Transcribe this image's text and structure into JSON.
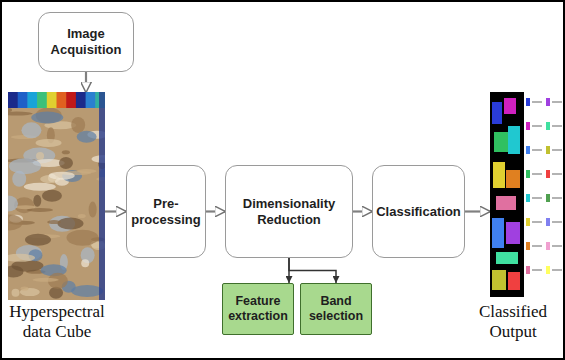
{
  "diagram": {
    "nodes": [
      {
        "text": [
          "Image Acquisition"
        ]
      },
      {
        "text": [
          "Hyperspectral data Cube"
        ]
      },
      {
        "text": [
          "Pre-processing"
        ]
      },
      {
        "text": [
          "Dimensionality Reduction"
        ]
      },
      {
        "text": [
          "Classification"
        ]
      },
      {
        "text": [
          "Classified Output"
        ]
      },
      {
        "text": [
          "Feature extraction"
        ]
      },
      {
        "text": [
          "Band selection"
        ]
      }
    ],
    "edges": [
      {
        "from": 0,
        "to": 1,
        "arrow": "to"
      },
      {
        "from": 1,
        "to": 2,
        "arrow": "to"
      },
      {
        "from": 2,
        "to": 3,
        "arrow": "to"
      },
      {
        "from": 3,
        "to": 4,
        "arrow": "to"
      },
      {
        "from": 4,
        "to": 5,
        "arrow": "to"
      },
      {
        "from": 3,
        "to": 6,
        "arrow": "to"
      },
      {
        "from": 3,
        "to": 7,
        "arrow": "to"
      }
    ]
  }
}
